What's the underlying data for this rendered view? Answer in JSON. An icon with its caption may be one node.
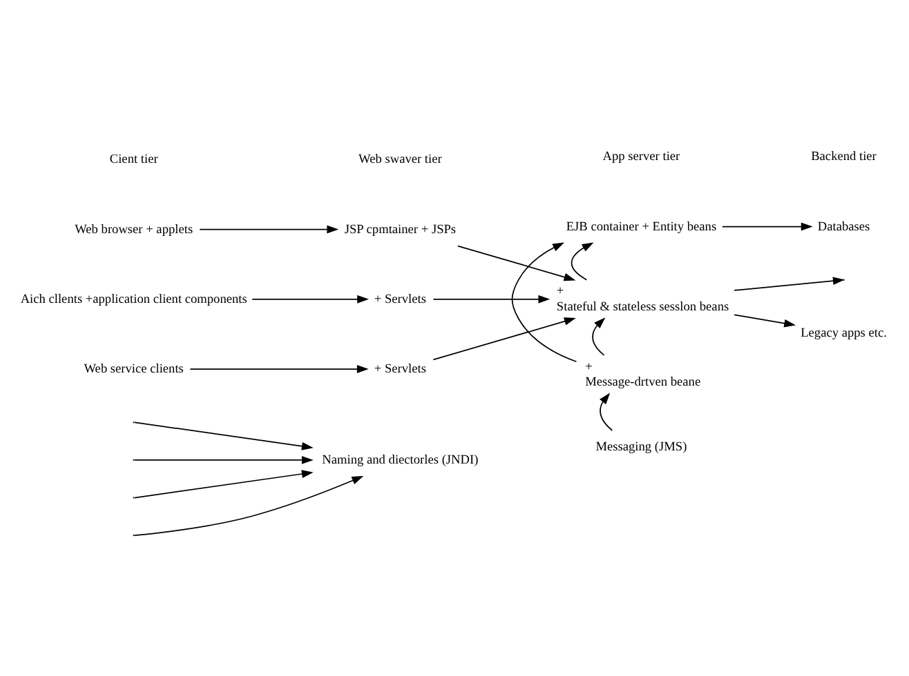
{
  "diagram": {
    "nodes": [
      {
        "text": [
          "Web browser + applets"
        ]
      },
      {
        "text": [
          "Aich cllents +application client components"
        ]
      },
      {
        "text": [
          "Web service clients"
        ]
      },
      {
        "text": [
          "JSP cpmtainer + JSPs"
        ]
      },
      {
        "text": [
          "+ Servlets"
        ]
      },
      {
        "text": [
          "+ Servlets"
        ]
      },
      {
        "text": [
          "EJB container + Entity beans"
        ]
      },
      {
        "text": [
          "Stateful & stateless sesslon beans"
        ],
        "beside": [
          "+"
        ]
      },
      {
        "text": [
          "Message-drtven beane"
        ],
        "beside": [
          "+"
        ]
      },
      {
        "text": [
          "Databases"
        ]
      },
      {
        "text": [
          "Legacy apps etc."
        ]
      },
      {
        "text": [
          "Naming and diectorles (JNDI)"
        ]
      },
      {
        "text": [
          "Messaging (JMS)"
        ]
      }
    ],
    "edges": [
      {
        "from": 0,
        "to": 3,
        "arrow": "to"
      },
      {
        "from": 1,
        "to": 4,
        "arrow": "to"
      },
      {
        "from": 2,
        "to": 5,
        "arrow": "to"
      },
      {
        "from": 3,
        "to": 7,
        "arrow": "to"
      },
      {
        "from": 4,
        "to": 7,
        "arrow": "to"
      },
      {
        "from": 5,
        "to": 7,
        "arrow": "to"
      },
      {
        "from": 6,
        "to": 9,
        "arrow": "to"
      },
      {
        "from": 7,
        "to": 6,
        "arrow": "to"
      },
      {
        "from": 8,
        "to": 6,
        "arrow": "to"
      },
      {
        "from": 8,
        "to": 7,
        "arrow": "to"
      },
      {
        "from": 7,
        "to": null,
        "arrow": "to"
      },
      {
        "from": 7,
        "to": 10,
        "arrow": "to"
      },
      {
        "from": 12,
        "to": 8,
        "arrow": "to"
      },
      {
        "from": null,
        "to": 11,
        "arrow": "to"
      },
      {
        "from": null,
        "to": 11,
        "arrow": "to"
      },
      {
        "from": null,
        "to": 11,
        "arrow": "to"
      },
      {
        "from": null,
        "to": 11,
        "arrow": "to"
      }
    ],
    "labels": [
      "Cient tier",
      "Web swaver tier",
      "App server tier",
      "Backend tier"
    ]
  }
}
